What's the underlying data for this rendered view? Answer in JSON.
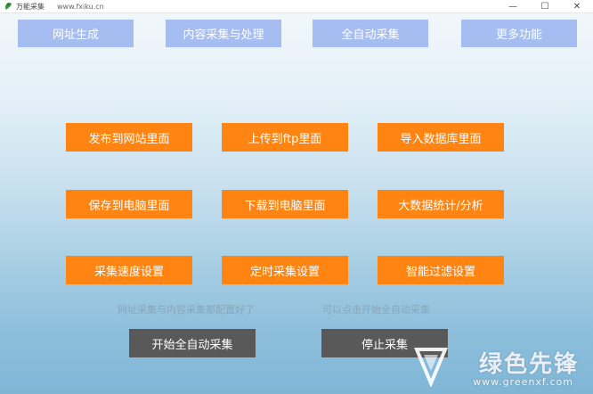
{
  "window": {
    "title": "万能采集",
    "url": "www.fxiku.cn",
    "controls": {
      "minimize": "—",
      "maximize": "☐",
      "close": "✕"
    }
  },
  "nav": [
    {
      "label": "网址生成"
    },
    {
      "label": "内容采集与处理"
    },
    {
      "label": "全自动采集"
    },
    {
      "label": "更多功能"
    }
  ],
  "actions": [
    {
      "label": "发布到网站里面"
    },
    {
      "label": "上传到ftp里面"
    },
    {
      "label": "导入数据库里面"
    },
    {
      "label": "保存到电脑里面"
    },
    {
      "label": "下载到电脑里面"
    },
    {
      "label": "大数据统计/分析"
    },
    {
      "label": "采集速度设置"
    },
    {
      "label": "定时采集设置"
    },
    {
      "label": "智能过滤设置"
    }
  ],
  "hints": {
    "left": "网址采集与内容采集都配置好了",
    "right": "可以点击开始全自动采集"
  },
  "controls": {
    "start": "开始全自动采集",
    "stop": "停止采集"
  },
  "watermark": {
    "text": "绿色先锋",
    "sub": "www.greenxf.com"
  },
  "colors": {
    "nav_bg": "#a6bdf2",
    "action_bg": "#ff8412",
    "control_bg": "#595959"
  }
}
